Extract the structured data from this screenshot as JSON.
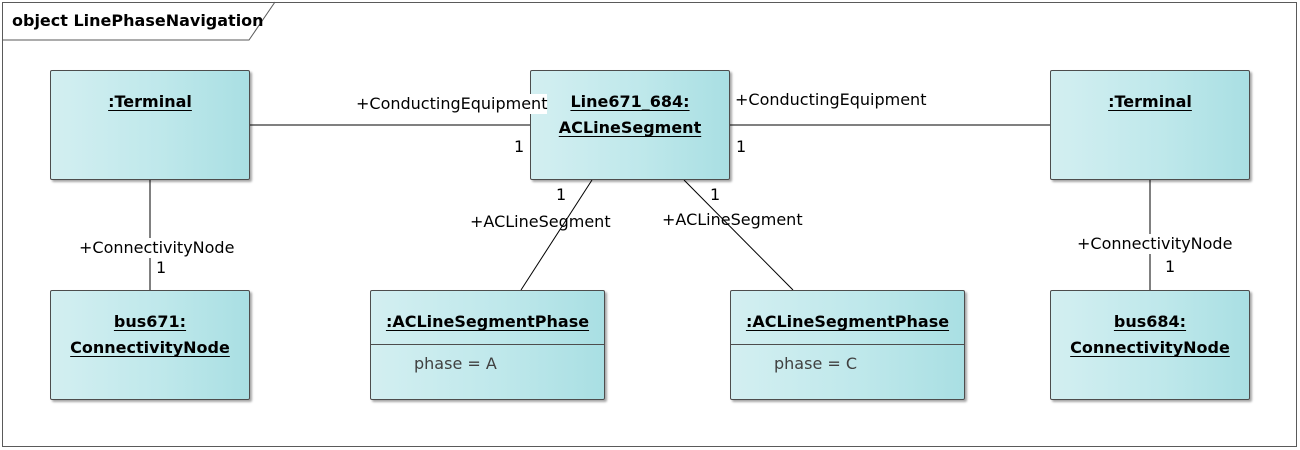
{
  "frame": {
    "title": "object LinePhaseNavigation"
  },
  "objects": {
    "terminal_left": {
      "name": ":Terminal"
    },
    "acline": {
      "line1": "Line671_684:",
      "line2": "ACLineSegment"
    },
    "terminal_right": {
      "name": ":Terminal"
    },
    "bus671": {
      "line1": "bus671:",
      "line2": "ConnectivityNode"
    },
    "phase_a": {
      "name": ":ACLineSegmentPhase",
      "attr": "phase = A"
    },
    "phase_c": {
      "name": ":ACLineSegmentPhase",
      "attr": "phase = C"
    },
    "bus684": {
      "line1": "bus684:",
      "line2": "ConnectivityNode"
    }
  },
  "links": {
    "left_terminal_line": {
      "role": "+ConductingEquipment",
      "mult": "1"
    },
    "right_terminal_line": {
      "role": "+ConductingEquipment",
      "mult": "1"
    },
    "line_phase_a": {
      "role": "+ACLineSegment",
      "mult": "1"
    },
    "line_phase_c": {
      "role": "+ACLineSegment",
      "mult": "1"
    },
    "left_terminal_bus": {
      "role": "+ConnectivityNode",
      "mult": "1"
    },
    "right_terminal_bus": {
      "role": "+ConnectivityNode",
      "mult": "1"
    }
  },
  "colors": {
    "object_fill_light": "#d3eff1",
    "object_fill_dark": "#a9dfe3",
    "line": "#000000"
  }
}
